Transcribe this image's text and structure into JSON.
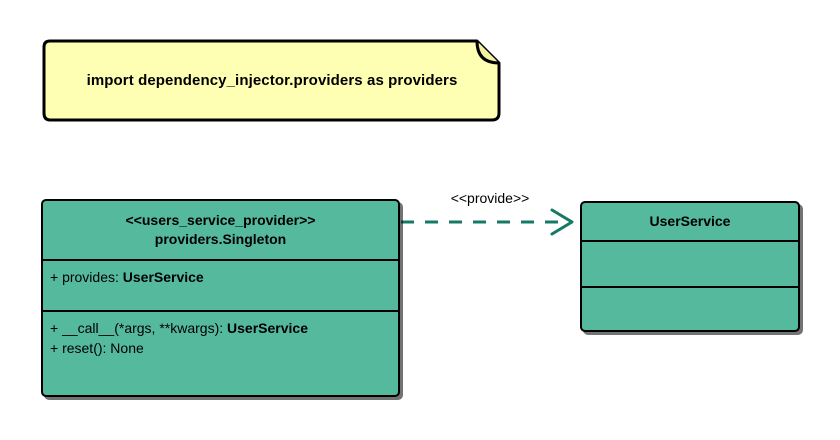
{
  "diagram": {
    "title": "UML class diagram: users_service_provider",
    "background": "#ffffff",
    "class_fill": "#55b99e",
    "note_fill": "#ffffb3",
    "edge_color": "#157a63",
    "line_color": "#000000"
  },
  "note": {
    "icon": "note-folded-corner-icon",
    "text": "import dependency_injector.providers as providers"
  },
  "provider_class": {
    "stereotype": "<<users_service_provider>>",
    "name": "providers.Singleton",
    "attributes": [
      {
        "visibility": "+",
        "label": "+ provides: ",
        "type": "UserService"
      }
    ],
    "operations": [
      {
        "visibility": "+",
        "label": "+ __call__(*args, **kwargs): ",
        "type": "UserService"
      },
      {
        "visibility": "+",
        "label": "+ reset(): None",
        "type": ""
      }
    ]
  },
  "service_class": {
    "name": "UserService",
    "attributes": [],
    "operations": []
  },
  "edge": {
    "label": "<<provide>>",
    "style": "dashed",
    "arrow": "open-arrow-icon",
    "source": "provider_class",
    "target": "service_class"
  }
}
